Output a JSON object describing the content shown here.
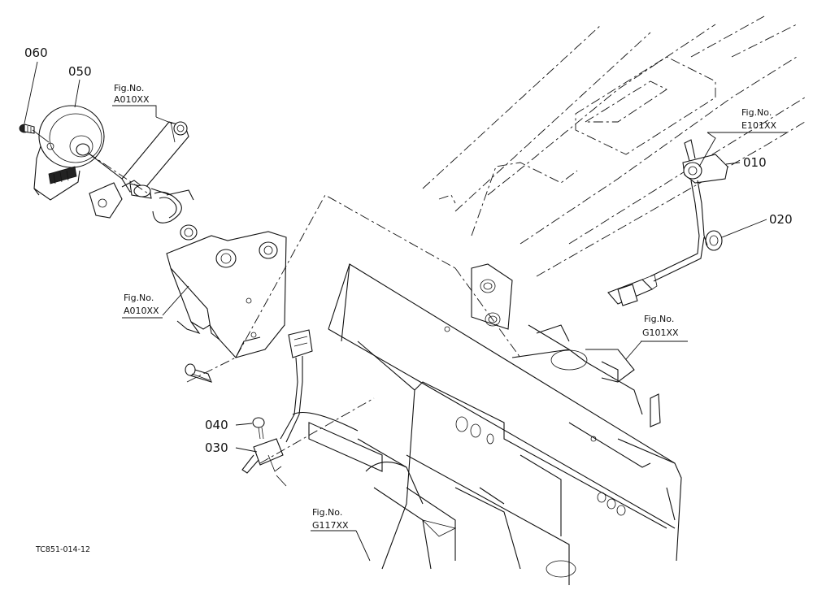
{
  "callouts": {
    "p010": "010",
    "p020": "020",
    "p030": "030",
    "p040": "040",
    "p050": "050",
    "p060": "060"
  },
  "figure_refs": {
    "a010_top": {
      "title": "Fig.No.",
      "code": "A010XX"
    },
    "a010_mid": {
      "title": "Fig.No.",
      "code": "A010XX"
    },
    "e101": {
      "title": "Fig.No.",
      "code": "E101XX"
    },
    "g101": {
      "title": "Fig.No.",
      "code": "G101XX"
    },
    "g117": {
      "title": "Fig.No.",
      "code": "G117XX"
    }
  },
  "drawing_code": "TC851-014-12"
}
